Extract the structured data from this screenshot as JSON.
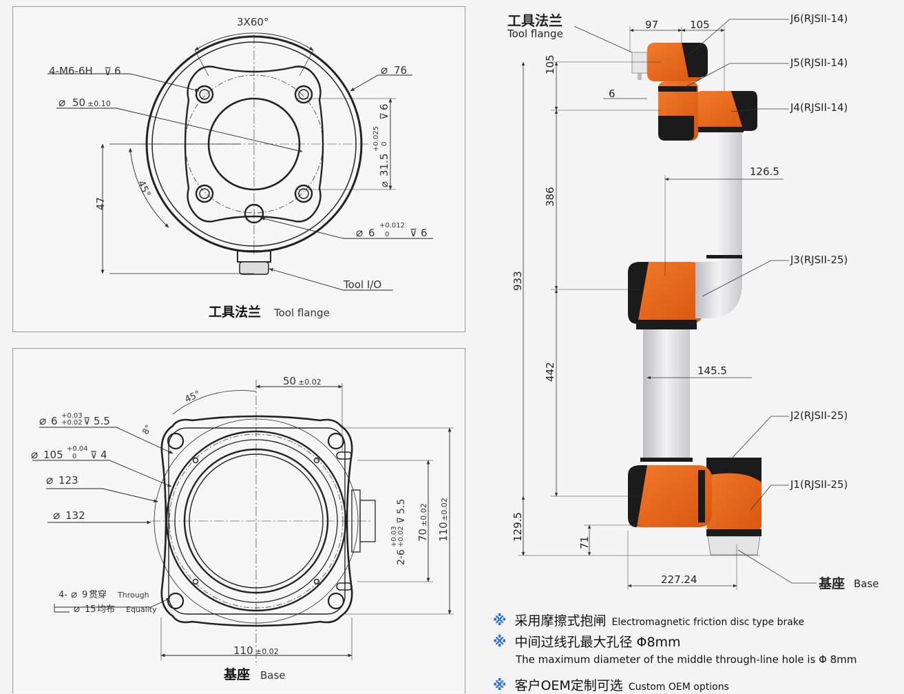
{
  "tool_flange_view": {
    "caption_cn": "工具法兰",
    "caption_en": "Tool flange",
    "labels": {
      "bolt_holes": "4-M6-6H",
      "bolt_depth": "6",
      "angle_3x60": "3X60°",
      "dia_76": "76",
      "dia_50": "50",
      "dia_50_tol": "±0.10",
      "dia_31_5": "31.5",
      "dia_31_5_tol_upper": "+0.025",
      "dia_31_5_tol_lower": "0",
      "dia_31_5_depth": "6",
      "angle_45": "45°",
      "dim_47": "47",
      "dia_6": "6",
      "dia_6_tol_upper": "+0.012",
      "dia_6_tol_lower": "0",
      "dia_6_depth": "6",
      "tool_io": "Tool I/O"
    }
  },
  "base_view": {
    "caption_cn": "基座",
    "caption_en": "Base",
    "labels": {
      "dim_50": "50",
      "dim_50_tol": "±0.02",
      "angle_45": "45°",
      "angle_8": "8°",
      "dia_6": "6",
      "dia_6_tol_upper": "+0.03",
      "dia_6_tol_lower": "+0.02",
      "dia_6_depth": "5.5",
      "dia_105": "105",
      "dia_105_tol_upper": "+0.04",
      "dia_105_tol_lower": "0",
      "dia_105_depth": "4",
      "dia_123": "123",
      "dia_132": "132",
      "holes_prefix": "4-",
      "holes_dia": "9",
      "holes_cn": "贯穿",
      "holes_en": "Through",
      "holes_pcd": "15",
      "holes_pcd_cn": "均布",
      "holes_pcd_en": "Equality",
      "dim_110_bottom": "110",
      "dim_110_bottom_tol": "±0.02",
      "pins": "2-6",
      "pins_tol_upper": "+0.03",
      "pins_tol_lower": "+0.02",
      "pins_depth": "5.5",
      "dim_70": "70",
      "dim_70_tol": "±0.02",
      "dim_110_right": "110",
      "dim_110_right_tol": "±0.02"
    }
  },
  "arm_view": {
    "flange_cn": "工具法兰",
    "flange_en": "Tool flange",
    "base_cn": "基座",
    "base_en": "Base",
    "joints": [
      "J6(RJSII-14)",
      "J5(RJSII-14)",
      "J4(RJSII-14)",
      "J3(RJSII-25)",
      "J2(RJSII-25)",
      "J1(RJSII-25)"
    ],
    "dims": {
      "d97": "97",
      "d105_top": "105",
      "d105_side": "105",
      "d6": "6",
      "d126_5": "126.5",
      "d386": "386",
      "d933": "933",
      "d442": "442",
      "d145_5": "145.5",
      "d129_5": "129.5",
      "d71": "71",
      "d227_24": "227.24"
    },
    "colors": {
      "orange": "#ee6a1c",
      "black": "#1b1b1b",
      "aluminium": "#d9d9dc",
      "accent": "#2a6fd6"
    }
  },
  "notes": [
    {
      "mark": "※",
      "cn": "采用摩擦式抱闸",
      "en": "Electromagnetic friction disc type brake"
    },
    {
      "mark": "※",
      "cn": "中间过线孔最大孔径 Φ8mm",
      "en": "The maximum diameter of the middle through-line hole is Φ 8mm"
    },
    {
      "mark": "※",
      "cn": "客户OEM定制可选",
      "en": "Custom OEM options"
    }
  ]
}
